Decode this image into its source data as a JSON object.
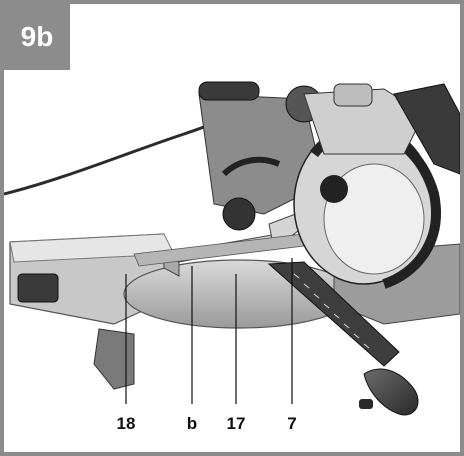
{
  "figure": {
    "badge": "9b",
    "badge_color": "#8c8c8c",
    "callouts": [
      {
        "id": "18",
        "label": "18"
      },
      {
        "id": "b",
        "label": "b"
      },
      {
        "id": "17",
        "label": "17"
      },
      {
        "id": "7",
        "label": "7"
      }
    ]
  }
}
